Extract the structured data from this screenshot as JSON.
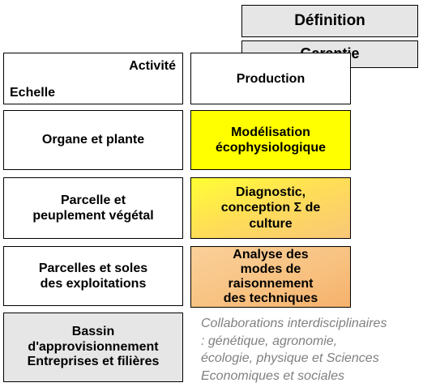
{
  "header": {
    "definition": "Définition",
    "garantie": "Garantie"
  },
  "corner": {
    "activite": "Activité",
    "echelle": "Echelle"
  },
  "column_header": "Production",
  "rows": [
    {
      "scale": [
        "Organe et plante"
      ],
      "activity": [
        "Modélisation",
        "écophysiologique"
      ]
    },
    {
      "scale": [
        "Parcelle et",
        "peuplement végétal"
      ],
      "activity": [
        "Diagnostic,",
        "conception Σ de",
        "culture"
      ]
    },
    {
      "scale": [
        "Parcelles et soles",
        "des exploitations"
      ],
      "activity": [
        "Analyse des",
        "modes de",
        "raisonnement",
        "des techniques"
      ]
    },
    {
      "scale": [
        "Bassin",
        "d'approvisionnement",
        "Entreprises et filières"
      ],
      "activity": []
    }
  ],
  "note": [
    "Collaborations interdisciplinaires",
    ": génétique, agronomie,",
    "écologie, physique et Sciences",
    "Economiques et sociales"
  ],
  "colors": {
    "gray_box": "#e6e6e6",
    "yellow": "#ffff00",
    "orange": "#f8c281",
    "note_text": "#808080"
  }
}
